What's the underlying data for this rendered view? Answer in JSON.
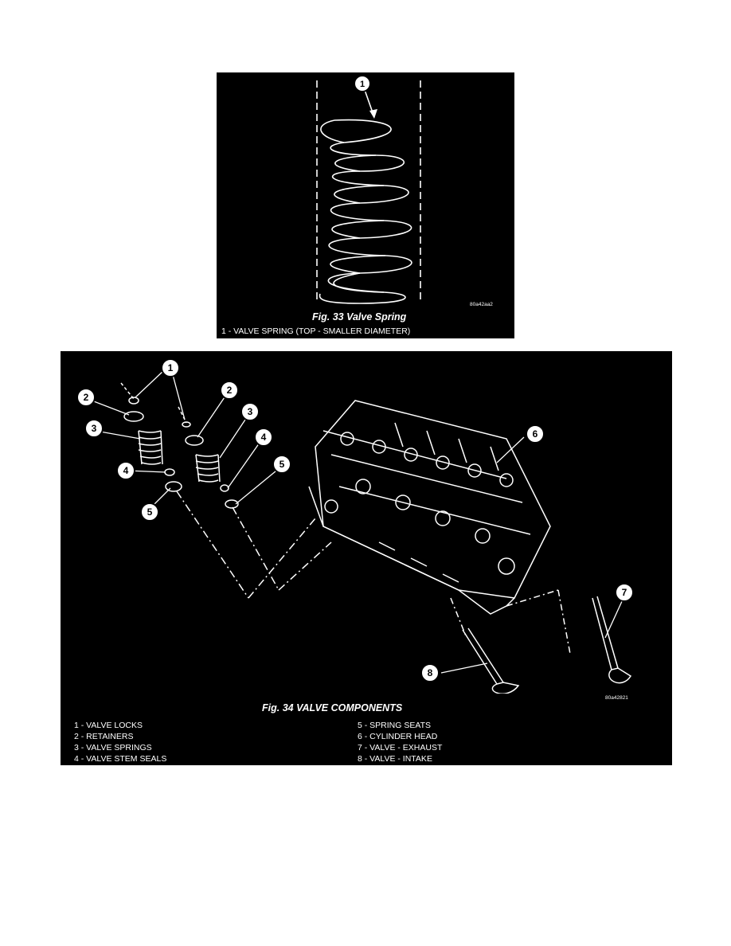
{
  "fig33": {
    "title": "Fig. 33 Valve Spring",
    "code": "80a42aa2",
    "callout": "1",
    "legend": "1 - VALVE SPRING (TOP - SMALLER DIAMETER)"
  },
  "fig34": {
    "title": "Fig. 34 VALVE COMPONENTS",
    "code": "80a42821",
    "callouts": [
      "1",
      "2",
      "3",
      "4",
      "5",
      "2",
      "3",
      "4",
      "5",
      "6",
      "7",
      "8"
    ],
    "legend_left": [
      "1 - VALVE LOCKS",
      "2 - RETAINERS",
      "3 - VALVE SPRINGS",
      "4 - VALVE STEM SEALS"
    ],
    "legend_right": [
      "5 - SPRING SEATS",
      "6 - CYLINDER HEAD",
      "7 - VALVE - EXHAUST",
      "8 - VALVE - INTAKE"
    ]
  }
}
